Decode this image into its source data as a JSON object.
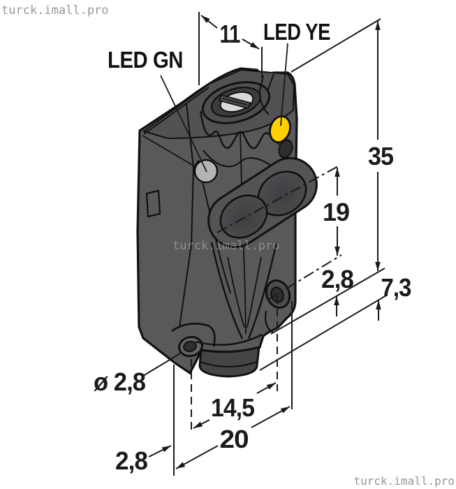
{
  "watermarks": {
    "top_left": "turck.imall.pro",
    "center": "turck.imall.pro",
    "bottom_right": "turck.imall.pro"
  },
  "device": {
    "type_note": "photoelectric sensor dimensional drawing",
    "led_green_label": "LED GN",
    "led_yellow_label": "LED YE"
  },
  "dimensions": {
    "top_width": "11",
    "overall_height": "35",
    "lens_center_to_hole_center": "19",
    "hole_center_to_bottom": "2,8",
    "bottom_to_connector_end": "7,3",
    "mount_hole_diameter": "ø 2,8",
    "connector_center_offset": "14,5",
    "overall_width": "20",
    "edge_to_hole_center": "2,8"
  },
  "colors": {
    "body": "#59595b",
    "body_dark": "#4b4b4d",
    "outline": "#111111",
    "led_yellow": "#ffd100",
    "led_green_indicator": "#b4b4b6",
    "screw_recess": "#d9d9db",
    "lens": "#48484b",
    "dimension_ink": "#1a1a1a",
    "watermark_gray": "#979797"
  }
}
